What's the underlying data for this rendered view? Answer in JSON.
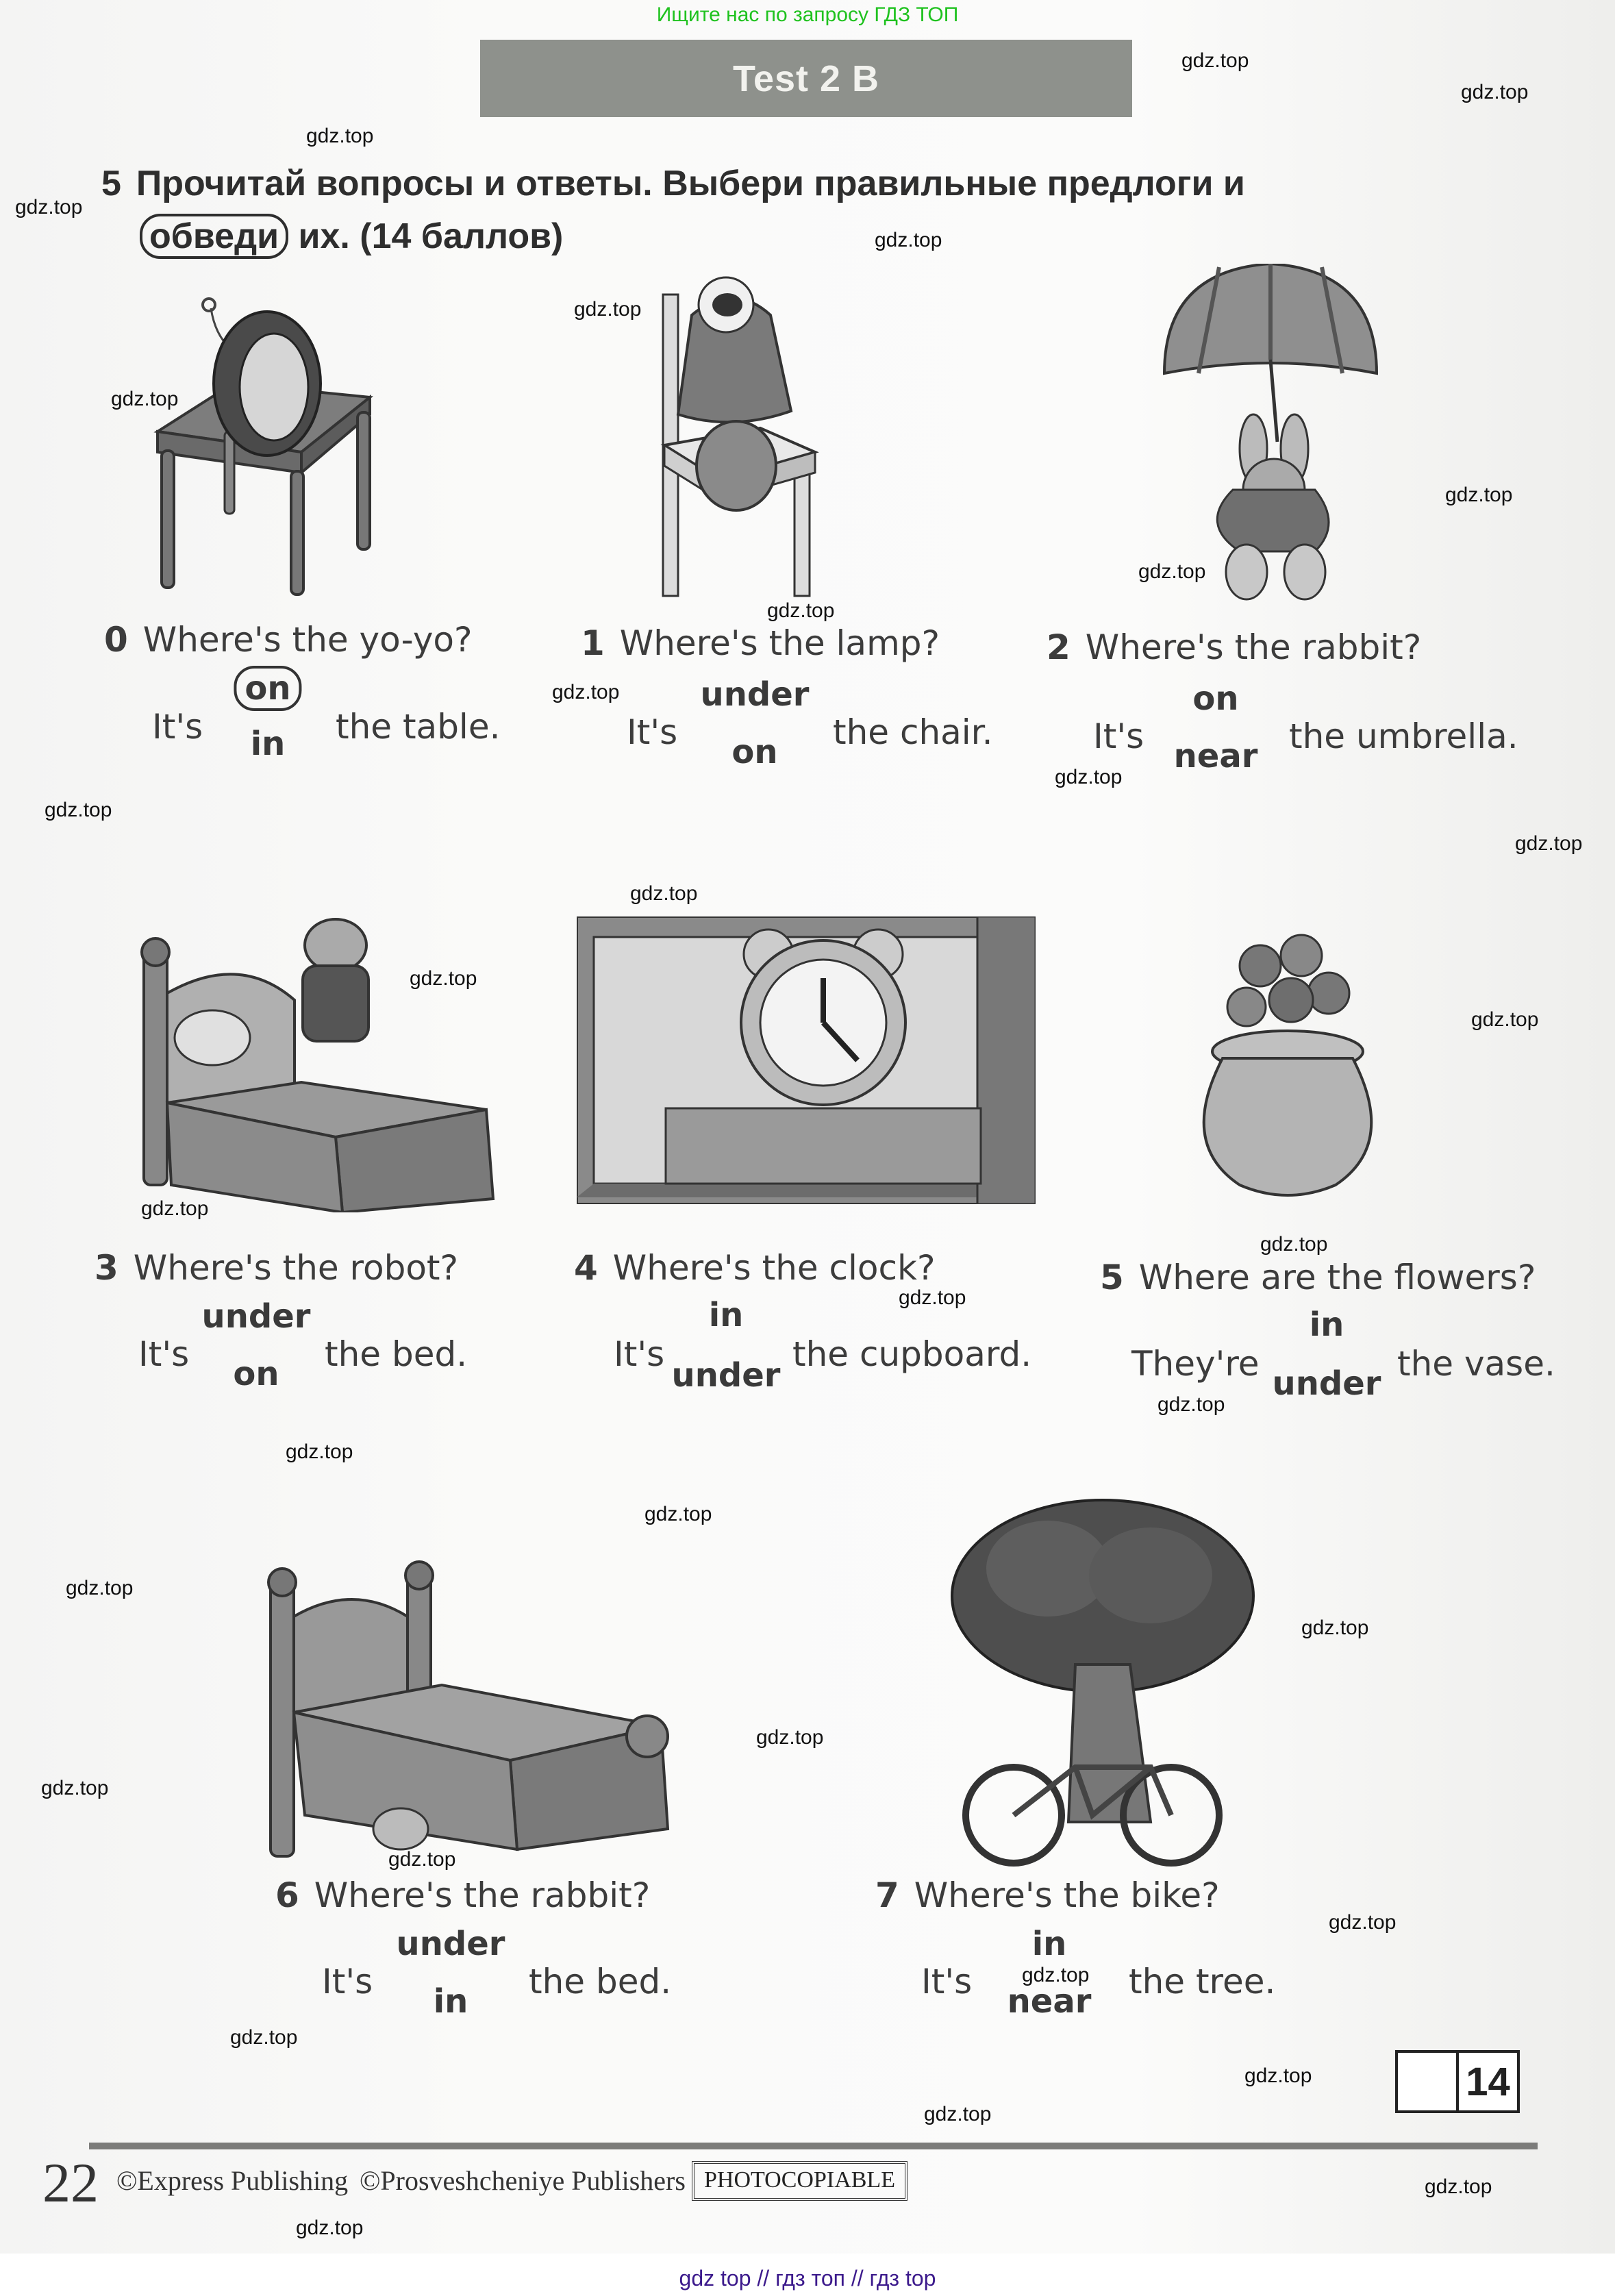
{
  "top_banner": "Ищите нас по запросу ГДЗ ТОП",
  "title": "Test 2 B",
  "exercise": {
    "number": "5",
    "instruction_line1": "Прочитай вопросы и ответы. Выбери правильные предлоги и",
    "instruction_circled_word": "обведи",
    "instruction_line2_rest": "их. (14 баллов)"
  },
  "questions": [
    {
      "num": "0",
      "question": "Where's the yo-yo?",
      "prefix": "It's",
      "options": [
        "on",
        "in"
      ],
      "selected": "on",
      "suffix": "the table.",
      "picture": "yo-yo on table"
    },
    {
      "num": "1",
      "question": "Where's the lamp?",
      "prefix": "It's",
      "options": [
        "under",
        "on"
      ],
      "selected": null,
      "suffix": "the chair.",
      "picture": "lamp on chair"
    },
    {
      "num": "2",
      "question": "Where's the rabbit?",
      "prefix": "It's",
      "options": [
        "on",
        "near"
      ],
      "selected": null,
      "suffix": "the umbrella.",
      "picture": "rabbit under umbrella"
    },
    {
      "num": "3",
      "question": "Where's the robot?",
      "prefix": "It's",
      "options": [
        "under",
        "on"
      ],
      "selected": null,
      "suffix": "the bed.",
      "picture": "robot on bed"
    },
    {
      "num": "4",
      "question": "Where's the clock?",
      "prefix": "It's",
      "options": [
        "in",
        "under"
      ],
      "selected": null,
      "suffix": "the cupboard.",
      "picture": "clock in cupboard"
    },
    {
      "num": "5",
      "question": "Where are the flowers?",
      "prefix": "They're",
      "options": [
        "in",
        "under"
      ],
      "selected": null,
      "suffix": "the vase.",
      "picture": "flowers in vase"
    },
    {
      "num": "6",
      "question": "Where's the rabbit?",
      "prefix": "It's",
      "options": [
        "under",
        "in"
      ],
      "selected": null,
      "suffix": "the bed.",
      "picture": "rabbit under bed"
    },
    {
      "num": "7",
      "question": "Where's the bike?",
      "prefix": "It's",
      "options": [
        "in",
        "near"
      ],
      "selected": null,
      "suffix": "the tree.",
      "picture": "bike near tree"
    }
  ],
  "score_box": {
    "earned": "",
    "max": "14"
  },
  "footer": {
    "page_number": "22",
    "copyright1": "©Express Publishing",
    "copyright2": "©Prosveshcheniye Publishers",
    "photocopiable": "PHOTOCOPIABLE"
  },
  "watermark": "gdz.top",
  "bottom_link": "gdz top  //  гдз топ  //  гдз top"
}
